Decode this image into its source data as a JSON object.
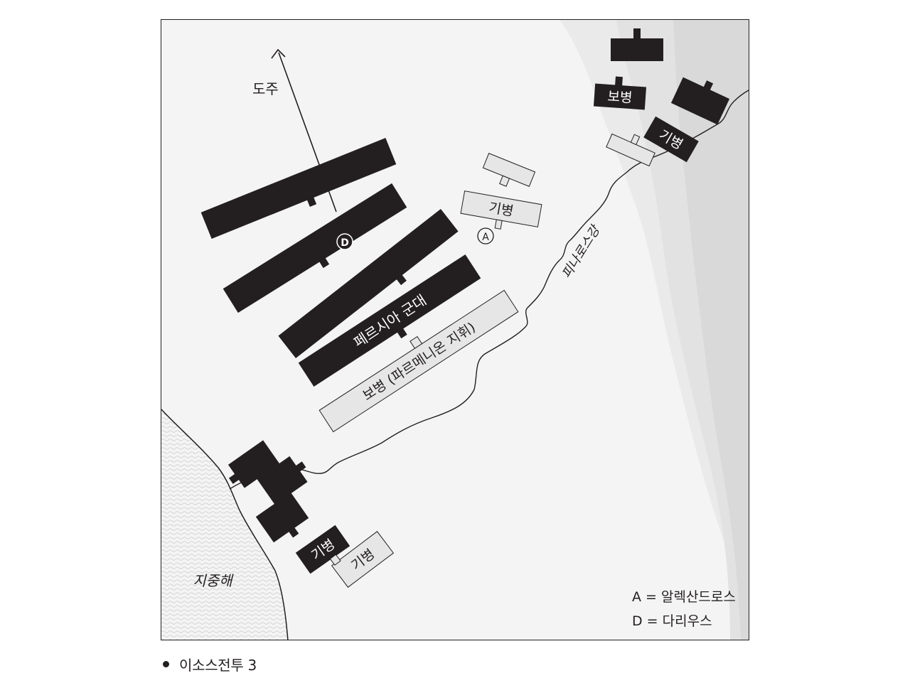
{
  "map": {
    "labels": {
      "flight": "도주",
      "persian_army": "페르시아 군대",
      "infantry_parmenion": "보병 (파르메니온 지휘)",
      "cavalry_center": "기병",
      "cavalry_right": "기병",
      "infantry_right": "보병",
      "cavalry_left_black": "기병",
      "cavalry_left_grey": "기병",
      "river": "피나로스강",
      "sea": "지중해",
      "marker_a": "A",
      "marker_d": "D"
    },
    "legend": {
      "line_a": "A = 알렉산드로스",
      "line_d": "D = 다리우스"
    },
    "colors": {
      "persian": "#231f20",
      "macedonian": "#e6e6e6",
      "plain": "#f4f4f4",
      "hill": "#e8e8e8",
      "mountain": "#dcdcdc",
      "sea": "#ffffff"
    }
  },
  "caption": {
    "text": "이소스전투 3"
  }
}
